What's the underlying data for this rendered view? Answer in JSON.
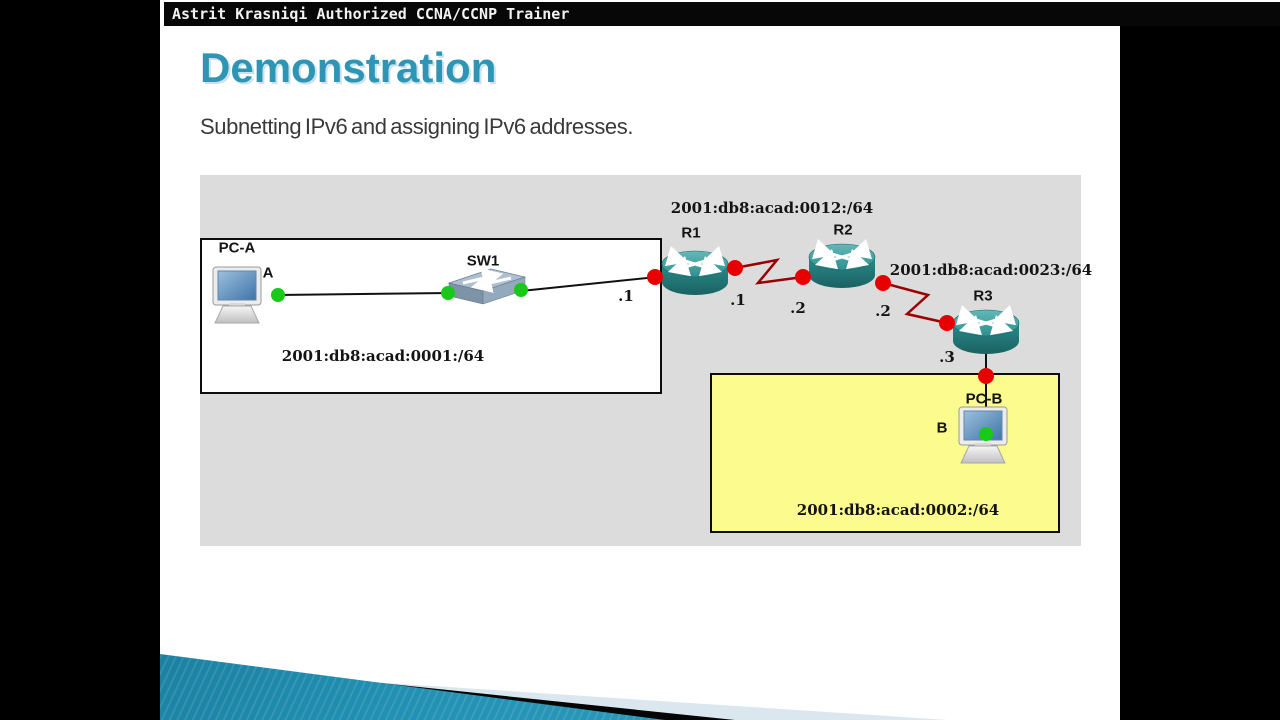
{
  "titlebar": {
    "text": "Astrit Krasniqi Authorized CCNA/CCNP Trainer"
  },
  "slide": {
    "title": "Demonstration",
    "subtitle": "Subnetting IPv6 and assigning IPv6 addresses."
  },
  "topology": {
    "devices": {
      "pc_a": "PC-A",
      "pc_b": "PC-B",
      "sw1": "SW1",
      "r1": "R1",
      "r2": "R2",
      "r3": "R3"
    },
    "host_labels": {
      "a": "A",
      "b": "B"
    },
    "interface_labels": {
      "r1_lan": ".1",
      "r1_wan": ".1",
      "r2_wan1": ".2",
      "r2_wan2": ".2",
      "r3_wan": ".3"
    },
    "subnets": {
      "lan_a": "2001:db8:acad:0001:/64",
      "lan_b": "2001:db8:acad:0002:/64",
      "wan_r1_r2": "2001:db8:acad:0012:/64",
      "wan_r2_r3": "2001:db8:acad:0023:/64"
    }
  },
  "colors": {
    "title_accent": "#2e95b5",
    "panel_gray": "#dcdcdc",
    "lan_a_box": "#ffffff",
    "lan_b_box": "#fbfb8e",
    "ethernet_link": "#111111",
    "serial_link": "#990000",
    "up_port_dot": "#18c918",
    "serial_port_dot": "#e80000",
    "router_teal": "#2f8f8f",
    "ribbon_teal": "#2190b2"
  }
}
